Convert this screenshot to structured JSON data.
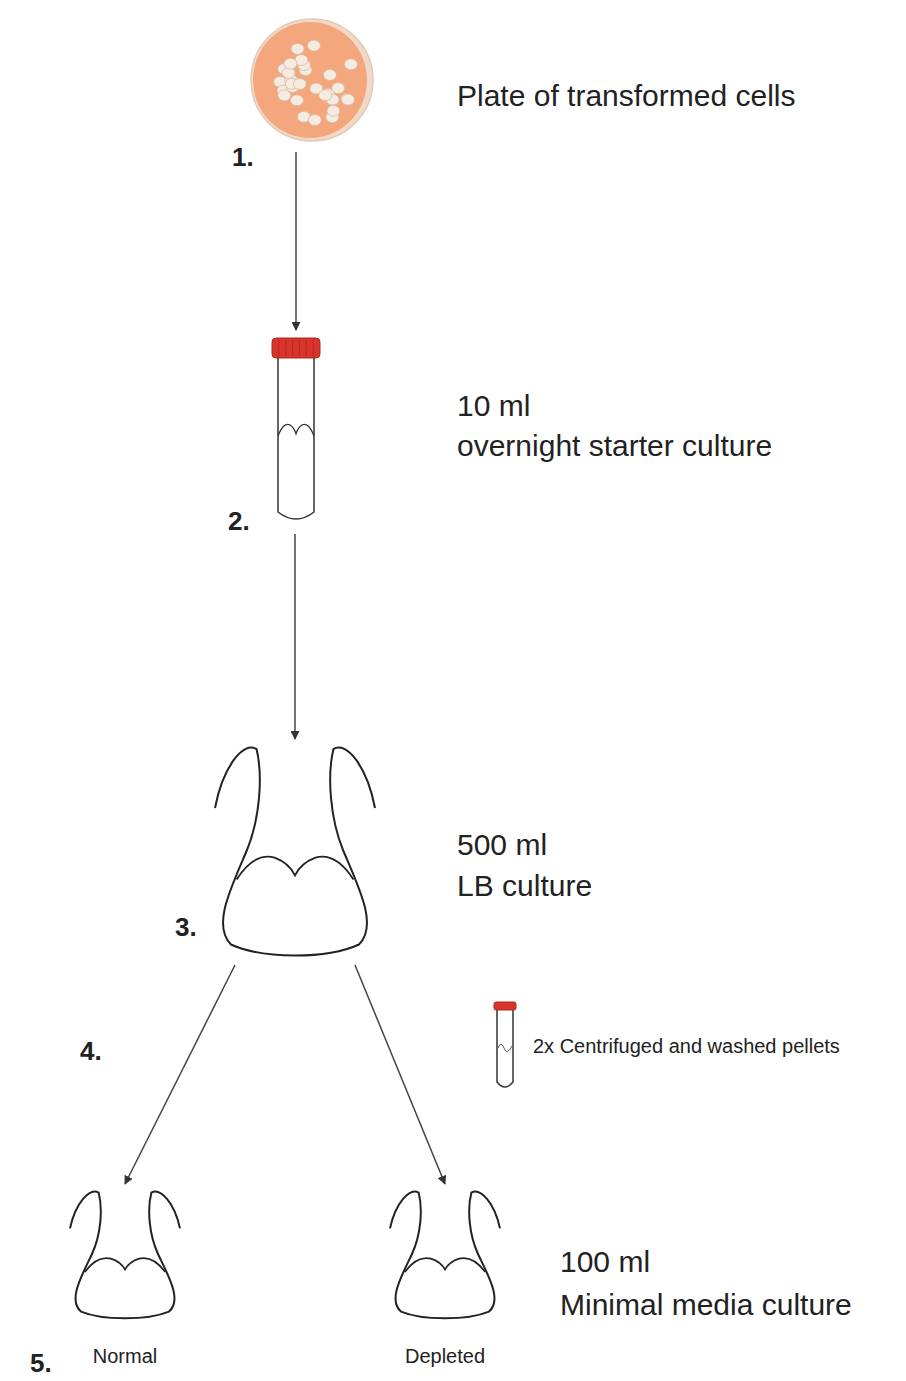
{
  "diagram": {
    "nodes": [
      {
        "text": [
          "Plate of transformed cells"
        ]
      },
      {
        "text": [
          "10 ml",
          "overnight starter culture"
        ]
      },
      {
        "text": [
          "500 ml",
          "LB culture"
        ]
      },
      {
        "text": [
          "Normal"
        ]
      },
      {
        "text": [
          "Depleted"
        ]
      }
    ],
    "edges": [
      {
        "from": 0,
        "to": 1,
        "arrow": "to"
      },
      {
        "from": 1,
        "to": 2,
        "arrow": "to"
      },
      {
        "from": 2,
        "to": 3,
        "arrow": "to"
      },
      {
        "from": 2,
        "to": 4,
        "arrow": "to"
      }
    ],
    "labels": [
      "1.",
      "2.",
      "3.",
      "4.",
      "2x Centrifuged and washed pellets",
      "100 ml",
      "Minimal media culture",
      "5."
    ]
  }
}
